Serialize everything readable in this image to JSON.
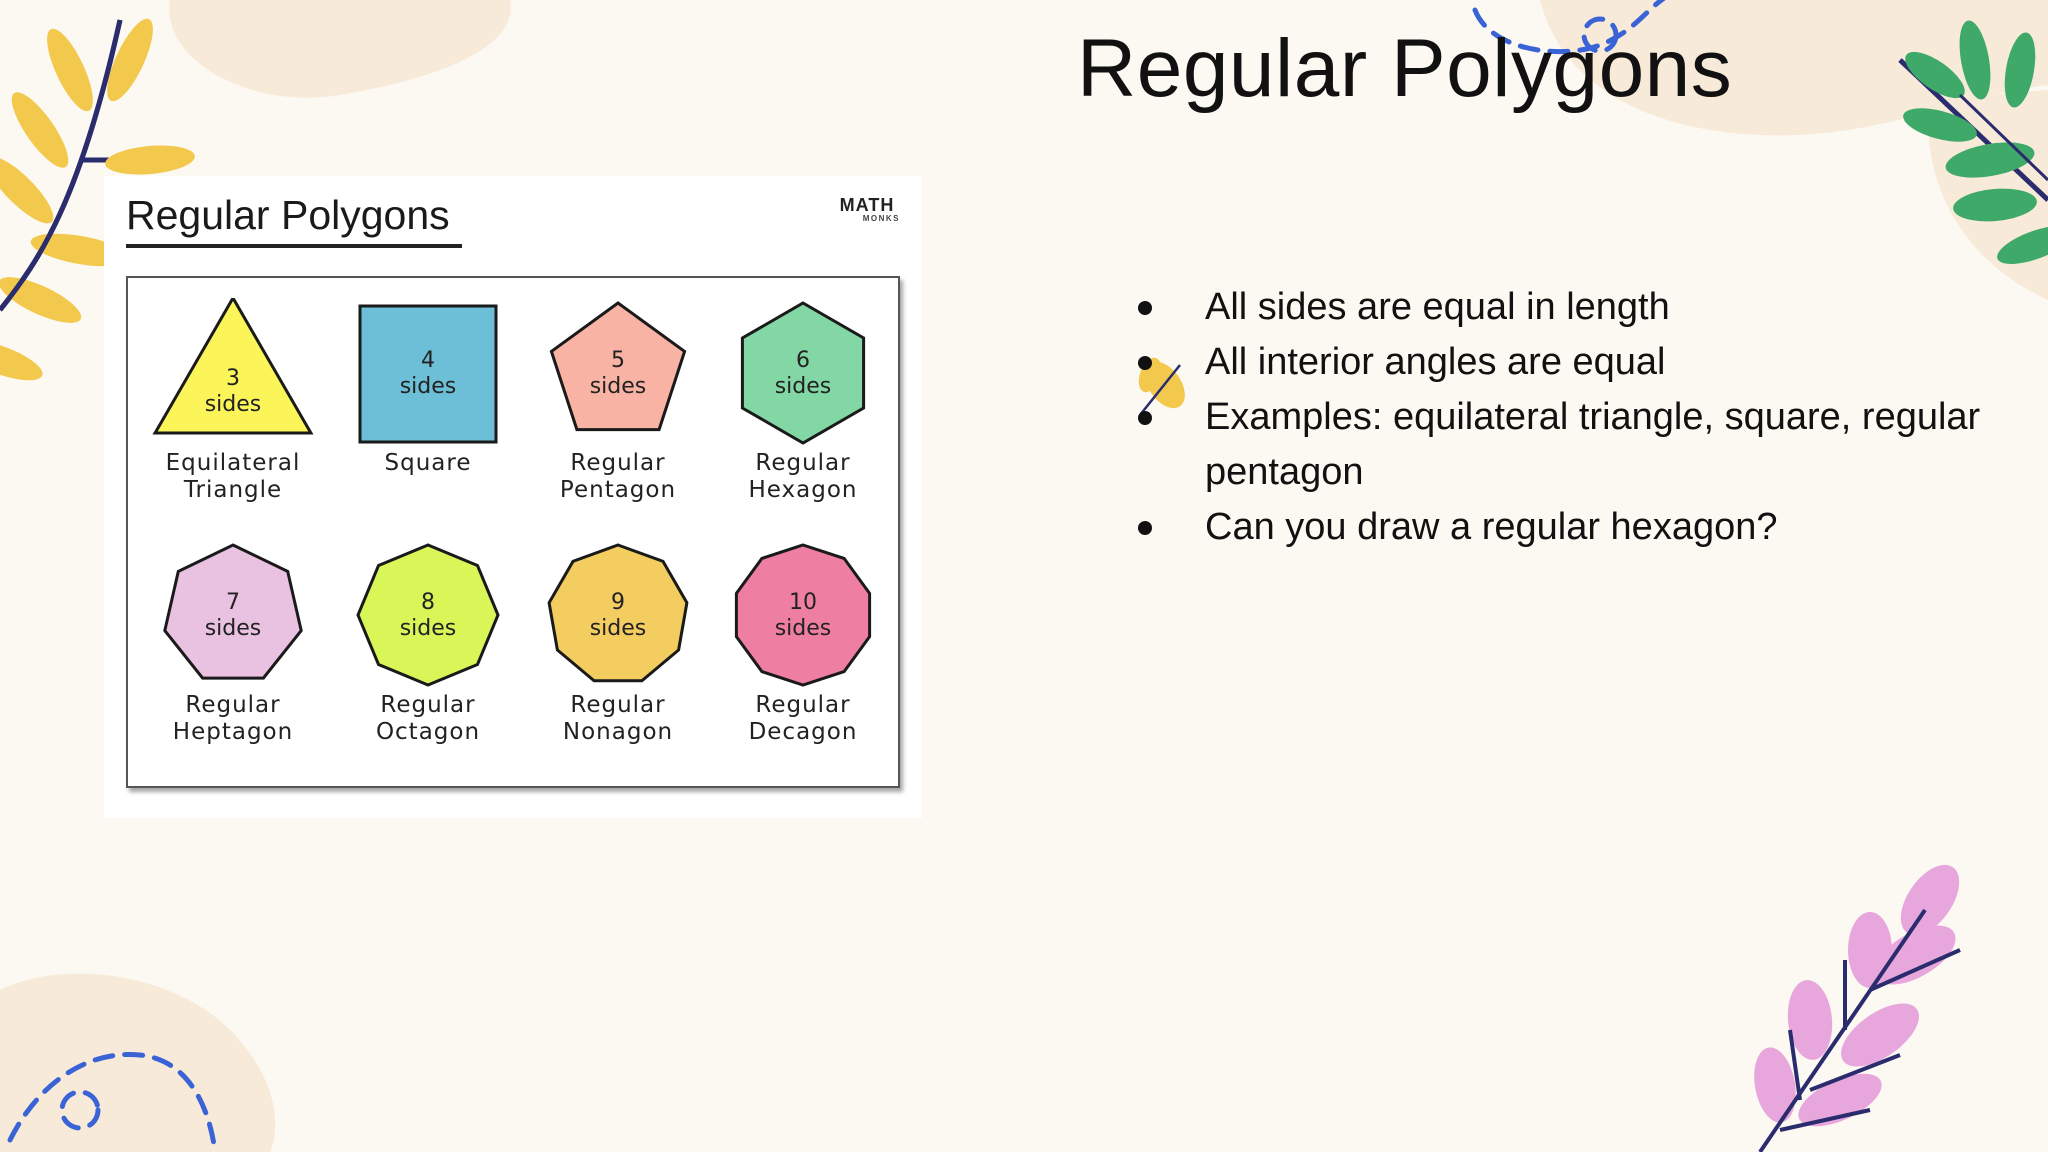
{
  "slide": {
    "title": "Regular Polygons",
    "bullets": [
      "All sides are equal in length",
      "All interior angles are equal",
      "Examples: equilateral triangle, square, regular pentagon",
      "Can you draw a regular hexagon?"
    ]
  },
  "figure": {
    "title": "Regular Polygons",
    "logo_word": "MATH",
    "logo_sub": "MONKS",
    "shapes": [
      {
        "sides": 3,
        "count_line1": "3",
        "count_line2": "sides",
        "name_line1": "Equilateral",
        "name_line2": "Triangle",
        "color": "#fbf55a"
      },
      {
        "sides": 4,
        "count_line1": "4",
        "count_line2": "sides",
        "name_line1": "Square",
        "name_line2": "",
        "color": "#6cbfd6"
      },
      {
        "sides": 5,
        "count_line1": "5",
        "count_line2": "sides",
        "name_line1": "Regular",
        "name_line2": "Pentagon",
        "color": "#f9b3a4"
      },
      {
        "sides": 6,
        "count_line1": "6",
        "count_line2": "sides",
        "name_line1": "Regular",
        "name_line2": "Hexagon",
        "color": "#82d7a4"
      },
      {
        "sides": 7,
        "count_line1": "7",
        "count_line2": "sides",
        "name_line1": "Regular",
        "name_line2": "Heptagon",
        "color": "#e9c1e1"
      },
      {
        "sides": 8,
        "count_line1": "8",
        "count_line2": "sides",
        "name_line1": "Regular",
        "name_line2": "Octagon",
        "color": "#d8f657"
      },
      {
        "sides": 9,
        "count_line1": "9",
        "count_line2": "sides",
        "name_line1": "Regular",
        "name_line2": "Nonagon",
        "color": "#f3cd5f"
      },
      {
        "sides": 10,
        "count_line1": "10",
        "count_line2": "sides",
        "name_line1": "Regular",
        "name_line2": "Decagon",
        "color": "#ef7fa2"
      }
    ]
  },
  "colors": {
    "background": "#fcf8f2",
    "blob": "#f8ead9",
    "leaf_yellow": "#f2c94c",
    "leaf_green": "#3fa96a",
    "leaf_pink": "#e7a7dd",
    "stem": "#2b2c6e",
    "dash_blue": "#3a63d6"
  }
}
